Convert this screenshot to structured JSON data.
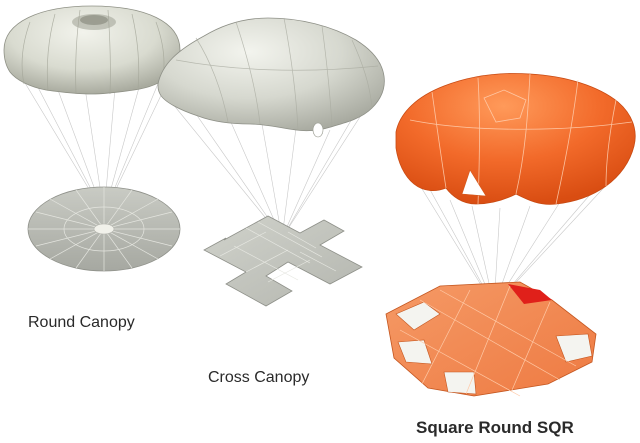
{
  "figures": [
    {
      "label": "Round Canopy",
      "type": "round",
      "canopy_color": "#d9dbd0",
      "plan_color": "#b8bab3"
    },
    {
      "label": "Cross Canopy",
      "type": "cross",
      "canopy_color": "#d6d8cf",
      "plan_color": "#c0c2bb"
    },
    {
      "label": "Square Round SQR",
      "type": "square-round",
      "canopy_color": "#f26a2a",
      "plan_color": "#f08a55",
      "accent_color": "#e0201a"
    }
  ]
}
